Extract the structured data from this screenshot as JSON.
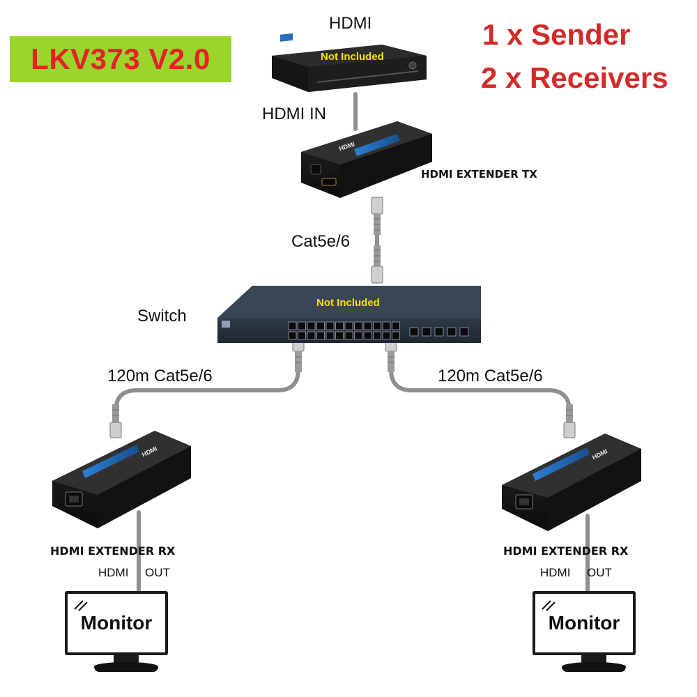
{
  "header": {
    "model": "LKV373 V2.0",
    "sender_line": "1 x Sender",
    "receivers_line": "2 x Receivers"
  },
  "source": {
    "label": "HDMI",
    "badge": "Not Included",
    "input_label": "HDMI IN"
  },
  "transmitter": {
    "title": "HDMI EXTENDER TX",
    "body_text": "HDMI"
  },
  "uplink": {
    "cable_label": "Cat5e/6"
  },
  "switch": {
    "label": "Switch",
    "badge": "Not Included"
  },
  "left_branch": {
    "cable_label": "120m Cat5e/6",
    "receiver_title": "HDMI EXTENDER RX",
    "receiver_body_text": "HDMI",
    "output_left": "HDMI",
    "output_right": "OUT",
    "monitor_label": "Monitor"
  },
  "right_branch": {
    "cable_label": "120m Cat5e/6",
    "receiver_title": "HDMI EXTENDER RX",
    "receiver_body_text": "HDMI",
    "output_left": "HDMI",
    "output_right": "OUT",
    "monitor_label": "Monitor"
  },
  "colors": {
    "badge_bg": "#9bd42a",
    "model_text": "#e2212b",
    "headline_text": "#d42a2a",
    "not_included_text": "#ffe000",
    "cable": "#8f8f8f",
    "device_body": "#1c1c1c"
  }
}
